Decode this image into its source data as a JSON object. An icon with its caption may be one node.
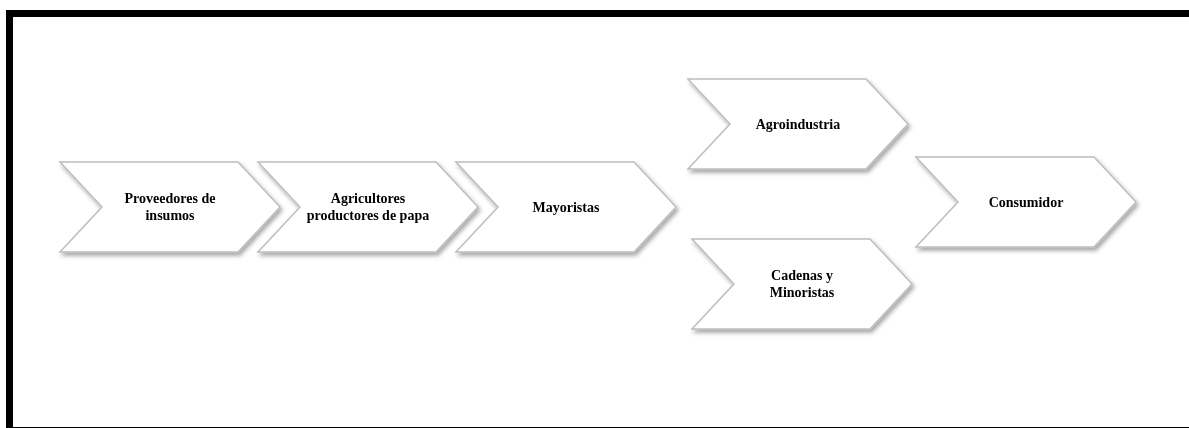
{
  "diagram": {
    "nodes": [
      {
        "text": [
          "Proveedores de insumos"
        ]
      },
      {
        "text": [
          "Agricultores productores de papa"
        ]
      },
      {
        "text": [
          "Mayoristas"
        ]
      },
      {
        "text": [
          "Agroindustria"
        ]
      },
      {
        "text": [
          "Cadenas y Minoristas"
        ]
      },
      {
        "text": [
          "Consumidor"
        ]
      }
    ]
  }
}
